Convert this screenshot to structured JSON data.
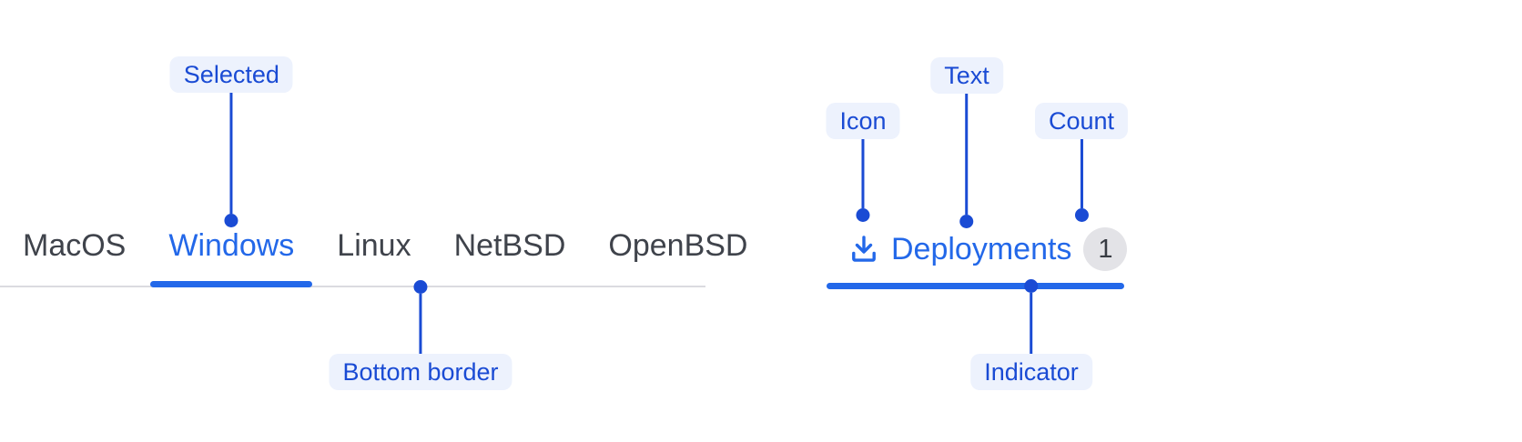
{
  "os_tabs": {
    "items": [
      {
        "label": "MacOS",
        "selected": false
      },
      {
        "label": "Windows",
        "selected": true
      },
      {
        "label": "Linux",
        "selected": false
      },
      {
        "label": "NetBSD",
        "selected": false
      },
      {
        "label": "OpenBSD",
        "selected": false
      }
    ]
  },
  "deployments_tab": {
    "icon": "download-icon",
    "label": "Deployments",
    "count": "1"
  },
  "annotations": {
    "selected": "Selected",
    "bottom_border": "Bottom border",
    "icon": "Icon",
    "text": "Text",
    "count": "Count",
    "indicator": "Indicator"
  },
  "colors": {
    "tab_selected_blue": "#2368E9",
    "tab_inactive_gray": "#3F434B",
    "annotation_blue": "#1A4BD4",
    "annotation_pill_bg": "#EDF2FD",
    "count_badge_bg": "#E3E3E7",
    "tabbar_border_gray": "#DBDBE0",
    "background": "#FFFFFF"
  }
}
